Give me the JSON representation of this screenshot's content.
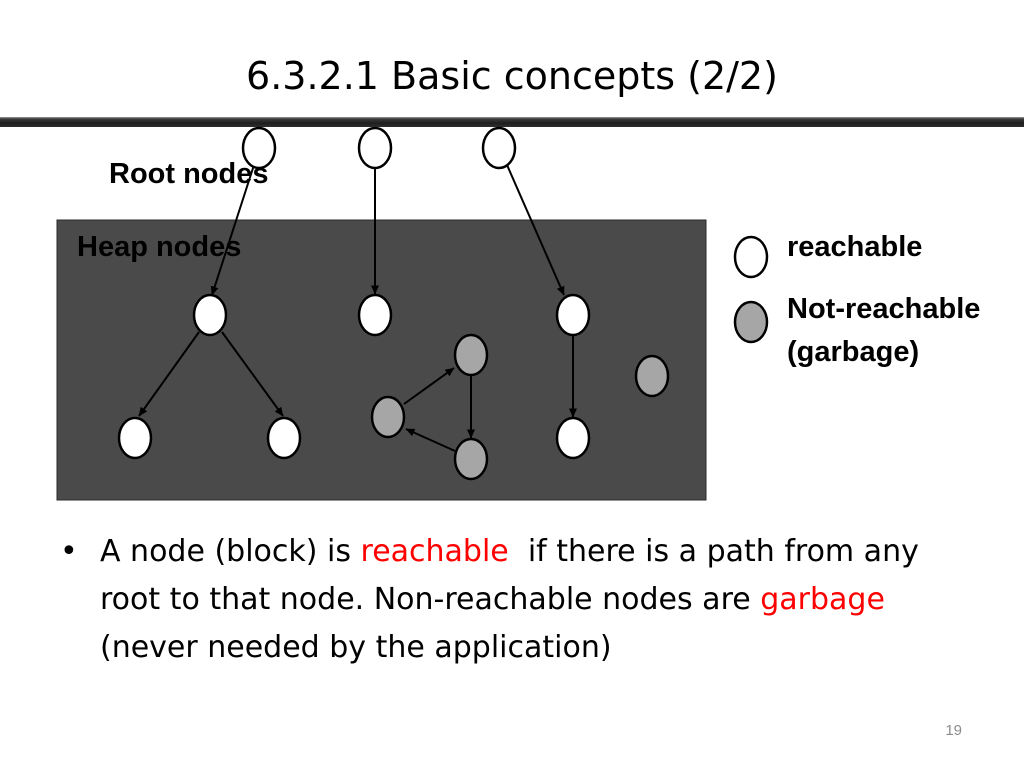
{
  "title": "6.3.2.1 Basic concepts (2/2)",
  "diagram": {
    "root_label": "Root nodes",
    "heap_label": "Heap nodes",
    "legend": {
      "reachable_label": "reachable",
      "not_reachable_line1": "Not-reachable",
      "not_reachable_line2": "(garbage)"
    },
    "colors": {
      "heap_background": "#4a4a4a",
      "reachable_fill": "#ffffff",
      "garbage_fill": "#a6a6a6",
      "stroke": "#000000"
    }
  },
  "body": {
    "bullet": "•",
    "part1": "A node (block) is ",
    "reachable_word": "reachable",
    "part2": "  if there is a path from any root to that node. Non-reachable nodes are ",
    "garbage_word": "garbage",
    "part3": " (never needed by the application)",
    "accent_color": "#ff0000"
  },
  "page_number": "19"
}
